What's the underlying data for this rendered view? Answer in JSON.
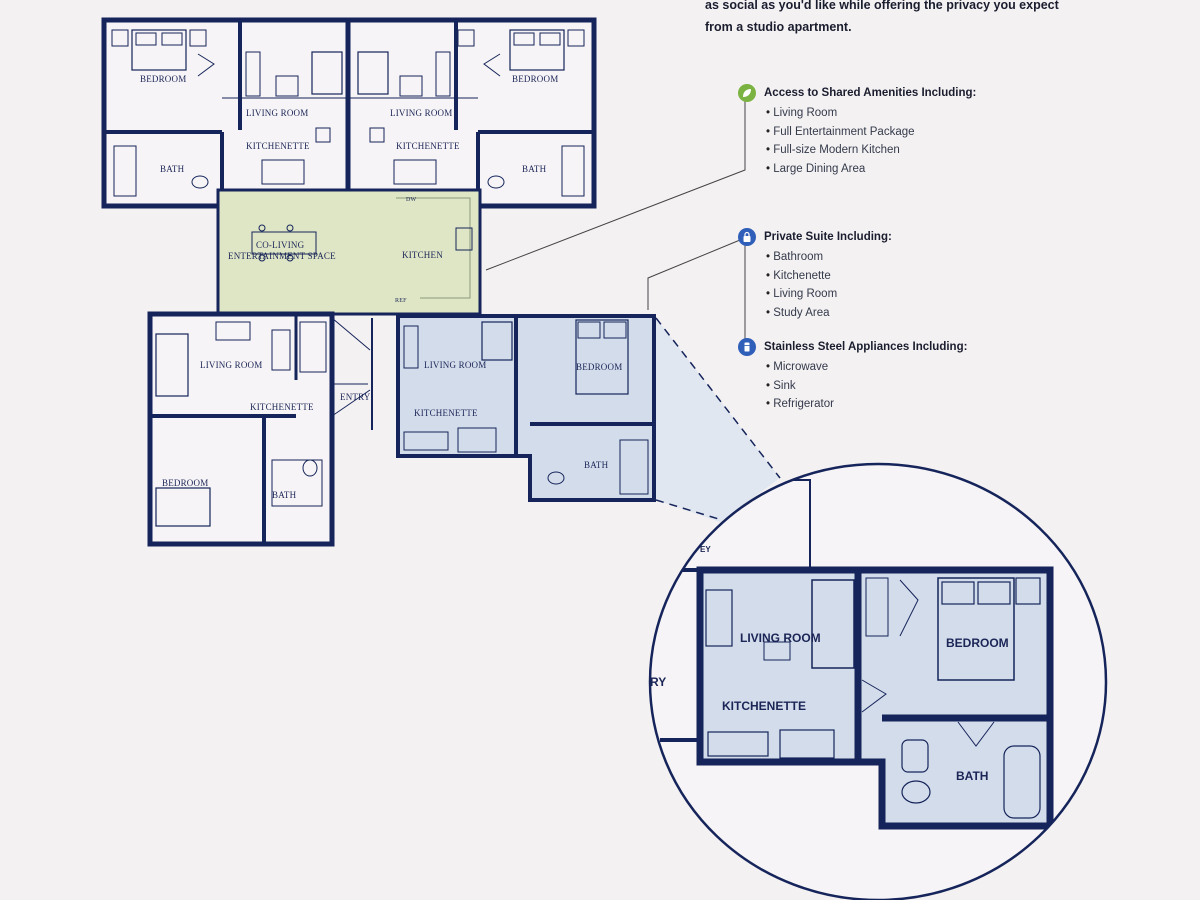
{
  "intro": {
    "line1": "as social as you'd like while offering the privacy you expect",
    "line2": "from a studio apartment."
  },
  "amenities": [
    {
      "title": "Access to Shared Amenities Including:",
      "icon": "leaf-icon",
      "icon_color": "#7bb342",
      "items": [
        "Living Room",
        "Full Entertainment Package",
        "Full-size Modern Kitchen",
        "Large Dining Area"
      ]
    },
    {
      "title": "Private Suite Including:",
      "icon": "lock-icon",
      "icon_color": "#2f5fb8",
      "items": [
        "Bathroom",
        "Kitchenette",
        "Living Room",
        "Study Area"
      ]
    },
    {
      "title": "Stainless Steel Appliances Including:",
      "icon": "fridge-icon",
      "icon_color": "#2f5fb8",
      "items": [
        "Microwave",
        "Sink",
        "Refrigerator"
      ]
    }
  ],
  "plan_labels": {
    "bedroom_tl": "BEDROOM",
    "living_tl": "LIVING ROOM",
    "kitchenette_tl": "KITCHENETTE",
    "bath_tl": "BATH",
    "living_tr": "LIVING ROOM",
    "kitchenette_tr": "KITCHENETTE",
    "bedroom_tr": "BEDROOM",
    "bath_tr": "BATH",
    "coliving_1": "CO-LIVING",
    "coliving_2": "ENTERTAINMENT SPACE",
    "kitchen": "KITCHEN",
    "dw": "DW",
    "ref": "REF",
    "living_bl": "LIVING ROOM",
    "kitchenette_bl": "KITCHENETTE",
    "bedroom_bl": "BEDROOM",
    "bath_bl": "BATH",
    "entry": "ENTRY",
    "living_br": "LIVING ROOM",
    "kitchenette_br": "KITCHENETTE",
    "bedroom_br": "BEDROOM",
    "bath_br": "BATH"
  },
  "zoom_labels": {
    "living": "LIVING ROOM",
    "bedroom": "BEDROOM",
    "kitchenette": "KITCHENETTE",
    "bath": "BATH",
    "entry_fragment": "RY",
    "top_fragment": "EY"
  },
  "colors": {
    "wall": "#15245a",
    "coliving_fill": "#dfe6c6",
    "suite_fill": "#d3dceb",
    "background": "#f4f1f3"
  }
}
